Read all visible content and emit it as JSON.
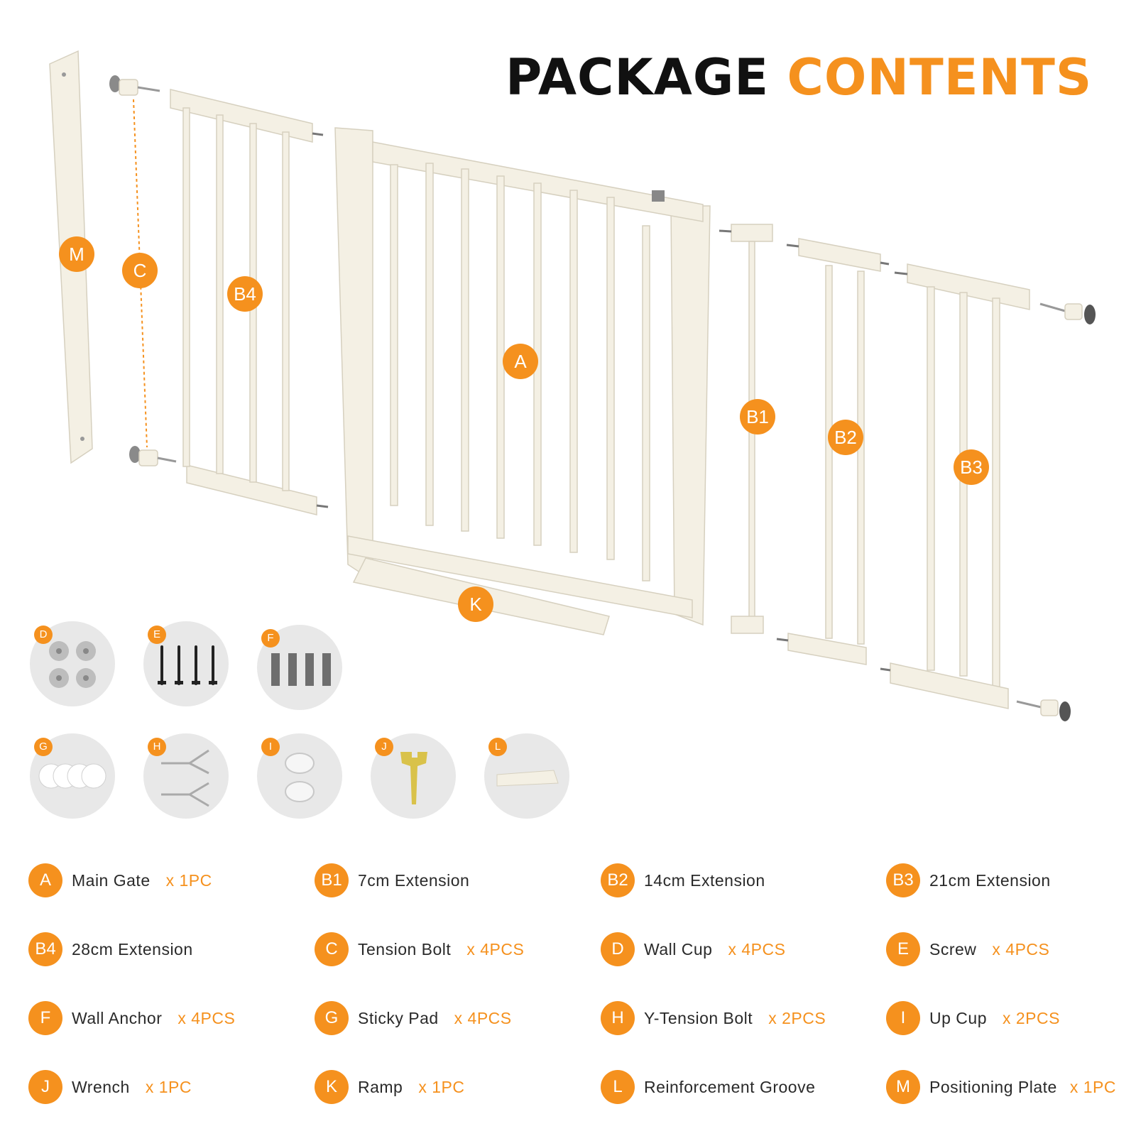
{
  "title": {
    "part1": "PACKAGE",
    "part2": "CONTENTS"
  },
  "accent_color": "#f5911e",
  "diagram_labels": [
    "M",
    "C",
    "B4",
    "A",
    "B1",
    "B2",
    "B3",
    "K"
  ],
  "accessory_icons": [
    {
      "letter": "D",
      "icon": "wall-cup-icon"
    },
    {
      "letter": "E",
      "icon": "screw-icon"
    },
    {
      "letter": "F",
      "icon": "wall-anchor-icon"
    },
    {
      "letter": "G",
      "icon": "sticky-pad-icon"
    },
    {
      "letter": "H",
      "icon": "y-tension-bolt-icon"
    },
    {
      "letter": "I",
      "icon": "up-cup-icon"
    },
    {
      "letter": "J",
      "icon": "wrench-icon"
    },
    {
      "letter": "L",
      "icon": "reinforcement-groove-icon"
    }
  ],
  "items": [
    {
      "letter": "A",
      "name": "Main Gate",
      "qty": "x 1PC"
    },
    {
      "letter": "B1",
      "name": "7cm Extension",
      "qty": ""
    },
    {
      "letter": "B2",
      "name": "14cm Extension",
      "qty": ""
    },
    {
      "letter": "B3",
      "name": "21cm Extension",
      "qty": ""
    },
    {
      "letter": "B4",
      "name": "28cm Extension",
      "qty": ""
    },
    {
      "letter": "C",
      "name": "Tension Bolt",
      "qty": "x 4PCS"
    },
    {
      "letter": "D",
      "name": "Wall Cup",
      "qty": "x 4PCS"
    },
    {
      "letter": "E",
      "name": "Screw",
      "qty": "x 4PCS"
    },
    {
      "letter": "F",
      "name": "Wall Anchor",
      "qty": "x 4PCS"
    },
    {
      "letter": "G",
      "name": "Sticky Pad",
      "qty": "x 4PCS"
    },
    {
      "letter": "H",
      "name": "Y-Tension Bolt",
      "qty": "x 2PCS"
    },
    {
      "letter": "I",
      "name": "Up Cup",
      "qty": "x 2PCS"
    },
    {
      "letter": "J",
      "name": "Wrench",
      "qty": "x 1PC"
    },
    {
      "letter": "K",
      "name": "Ramp",
      "qty": "x 1PC"
    },
    {
      "letter": "L",
      "name": "Reinforcement Groove",
      "qty": ""
    },
    {
      "letter": "M",
      "name": "Positioning Plate",
      "qty": "x 1PC"
    }
  ]
}
